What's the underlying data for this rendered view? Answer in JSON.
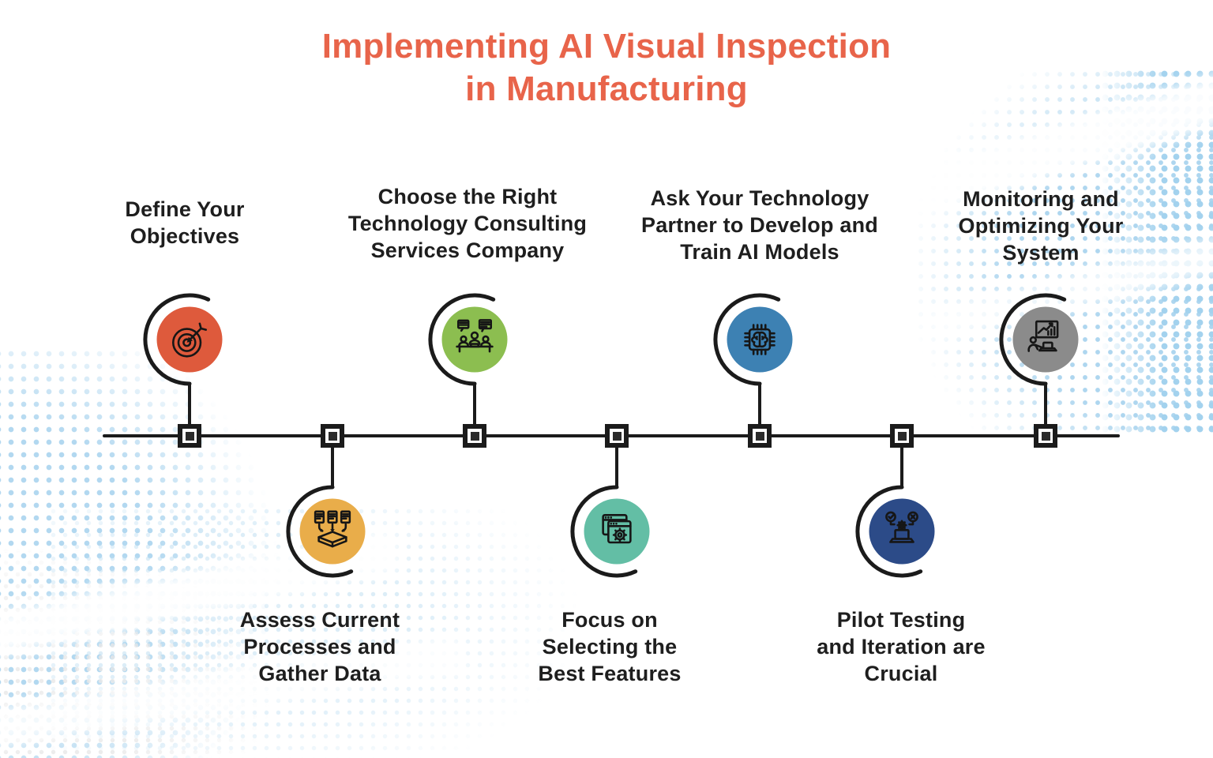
{
  "title": {
    "line1": "Implementing AI Visual Inspection",
    "line2": "in Manufacturing",
    "color": "#E8644A"
  },
  "timeline": {
    "line_color": "#1B1B1B",
    "node_fill": "#FFFFFF",
    "node_inner_color": "#2A2A2A"
  },
  "background": {
    "dot_color_blue": "#AED6EF",
    "dot_color_gray": "#E8E8E8"
  },
  "steps": [
    {
      "index": 1,
      "side": "top",
      "color": "#DE5A3C",
      "icon": "target-arrow-icon",
      "label_lines": [
        "Define Your",
        "Objectives"
      ]
    },
    {
      "index": 2,
      "side": "bottom",
      "color": "#E9AD4A",
      "icon": "documents-into-box-icon",
      "label_lines": [
        "Assess Current",
        "Processes and",
        "Gather Data"
      ]
    },
    {
      "index": 3,
      "side": "top",
      "color": "#8CBE50",
      "icon": "team-meeting-icon",
      "label_lines": [
        "Choose the Right",
        "Technology Consulting",
        "Services Company"
      ]
    },
    {
      "index": 4,
      "side": "bottom",
      "color": "#63BEA5",
      "icon": "software-gear-icon",
      "label_lines": [
        "Focus on",
        "Selecting the",
        "Best Features"
      ]
    },
    {
      "index": 5,
      "side": "top",
      "color": "#3D81B3",
      "icon": "ai-chip-brain-icon",
      "label_lines": [
        "Ask Your Technology",
        "Partner to Develop and",
        "Train AI Models"
      ]
    },
    {
      "index": 6,
      "side": "bottom",
      "color": "#2C4B88",
      "icon": "pilot-testing-laptop-icon",
      "label_lines": [
        "Pilot Testing",
        "and Iteration are",
        "Crucial"
      ]
    },
    {
      "index": 7,
      "side": "top",
      "color": "#8B8B8B",
      "icon": "monitoring-dashboard-icon",
      "label_lines": [
        "Monitoring and",
        "Optimizing Your",
        "System"
      ]
    }
  ]
}
